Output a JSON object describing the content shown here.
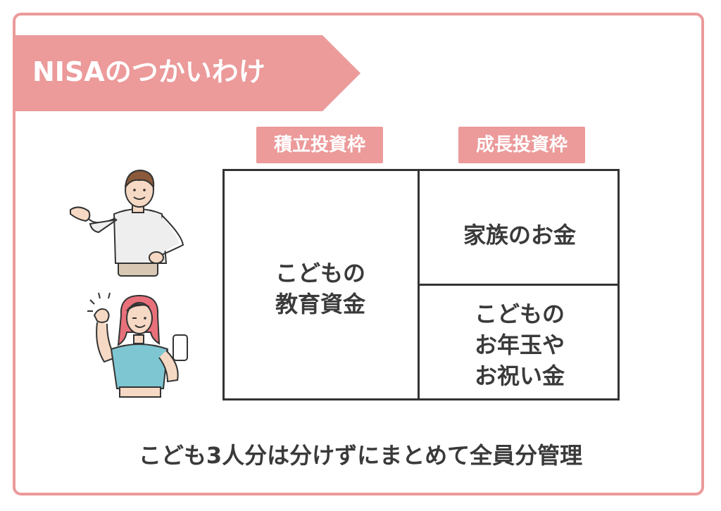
{
  "header": {
    "title": "NISAのつかいわけ"
  },
  "columns": {
    "tsumitate": "積立投資枠",
    "seicho": "成長投資枠"
  },
  "cells": {
    "education": "こどもの\n教育資金",
    "family": "家族のお金",
    "kids_gifts": "こどもの\nお年玉や\nお祝い金"
  },
  "footer": {
    "note": "こども3人分は分けずにまとめて全員分管理"
  },
  "colors": {
    "accent": "#ec9a9a",
    "text": "#3a3a3a",
    "line": "#333333",
    "shirt_man": "#eeeeee",
    "shirt_woman": "#7ec6d2",
    "hair_woman": "#e8707a"
  },
  "icons": [
    "man-pointing-illustration",
    "woman-ok-gesture-illustration"
  ]
}
